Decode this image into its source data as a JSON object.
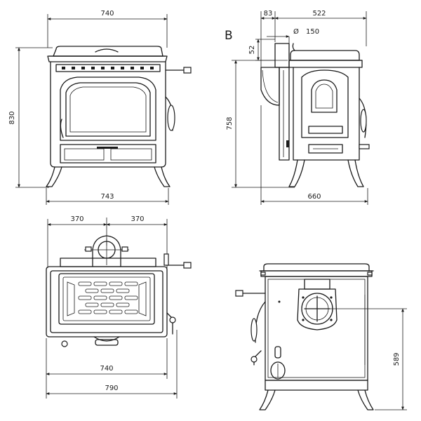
{
  "view_label": "B",
  "front": {
    "width_top": "740",
    "height": "830",
    "width_base": "743"
  },
  "side": {
    "flue_offset": "83",
    "depth_top": "522",
    "flue_diameter_symbol": "Ø",
    "flue_diameter": "150",
    "flue_height": "52",
    "height": "758",
    "depth_base": "660"
  },
  "top": {
    "half_left": "370",
    "half_right": "370",
    "width_inner": "740",
    "width_overall": "790"
  },
  "rear": {
    "flue_center_height": "589"
  }
}
